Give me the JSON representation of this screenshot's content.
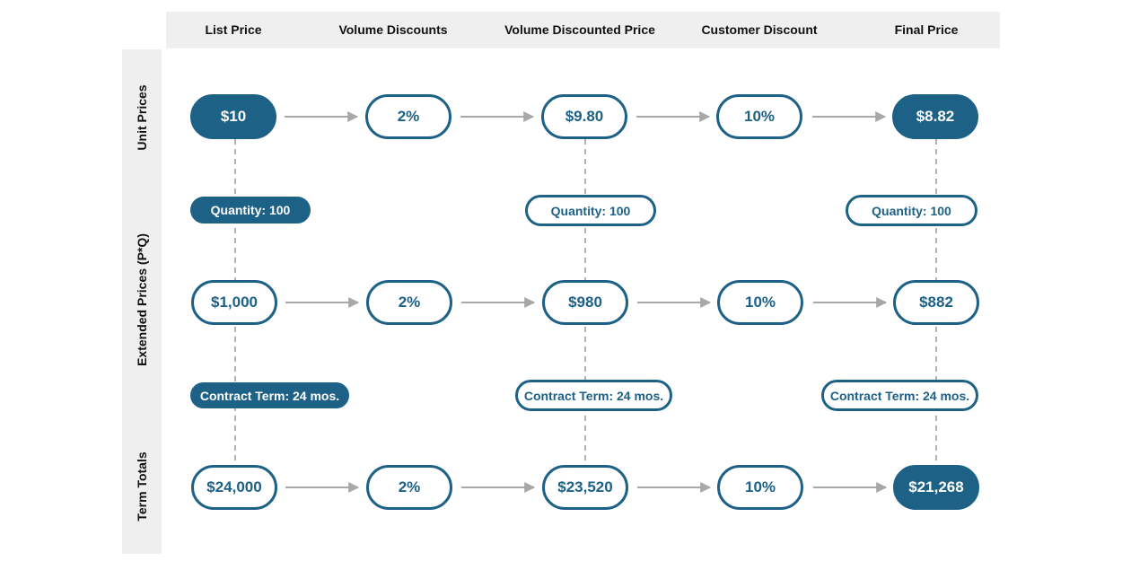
{
  "columns": [
    "List Price",
    "Volume Discounts",
    "Volume Discounted Price",
    "Customer Discount",
    "Final Price"
  ],
  "rows": [
    "Unit Prices",
    "Extended Prices (P*Q)",
    "Term Totals"
  ],
  "nodes": {
    "unit": [
      "$10",
      "2%",
      "$9.80",
      "10%",
      "$8.82"
    ],
    "extended": [
      "$1,000",
      "2%",
      "$980",
      "10%",
      "$882"
    ],
    "term": [
      "$24,000",
      "2%",
      "$23,520",
      "10%",
      "$21,268"
    ]
  },
  "multipliers": {
    "quantity": {
      "list": "Quantity: 100",
      "discounted": "Quantity: 100",
      "final": "Quantity: 100"
    },
    "contract": {
      "list": "Contract Term: 24 mos.",
      "discounted": "Contract Term: 24 mos.",
      "final": "Contract Term: 24 mos."
    }
  },
  "colors": {
    "primary": "#1e6187",
    "arrow": "#a8a8a8",
    "connector": "#b3b3b3",
    "band": "#efefef"
  }
}
